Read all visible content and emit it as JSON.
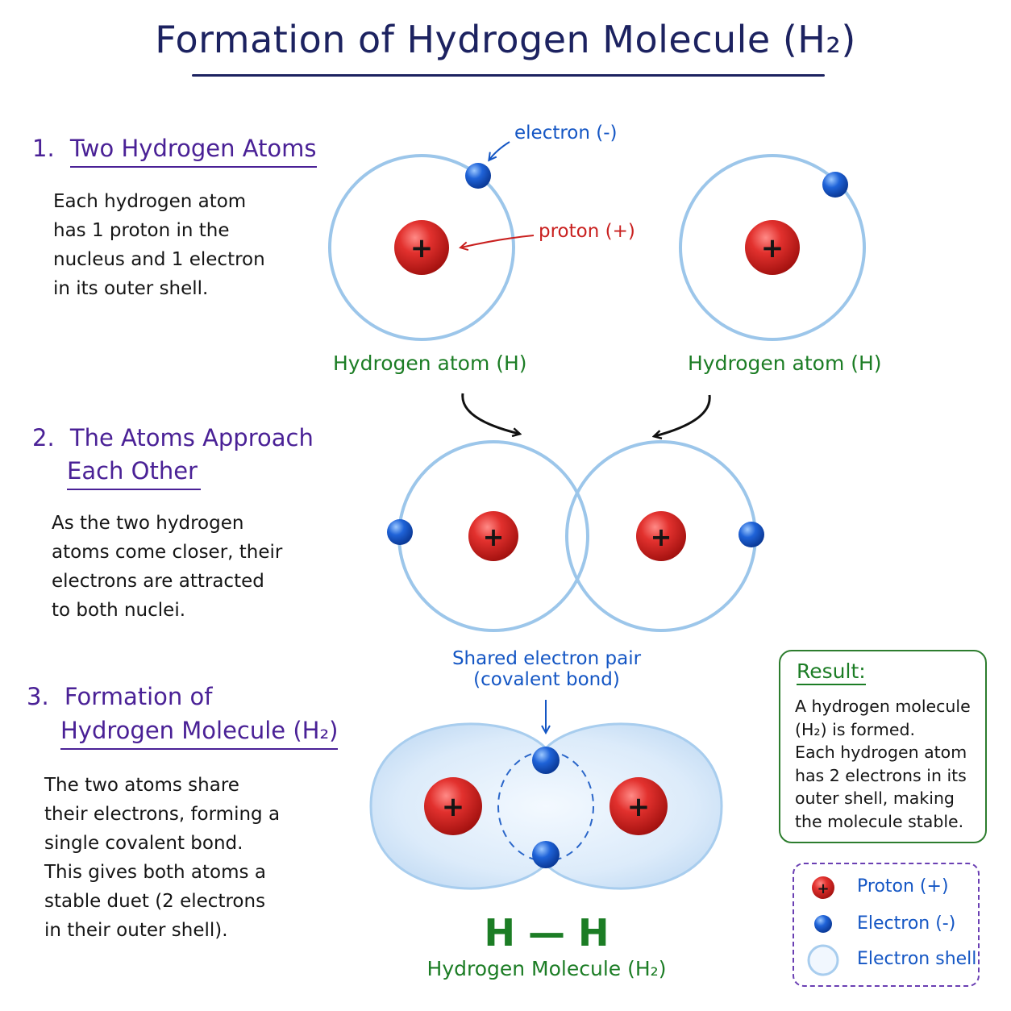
{
  "title": "Formation of Hydrogen Molecule (H₂)",
  "steps": [
    {
      "number": "1.",
      "heading_lines": [
        "Two Hydrogen Atoms"
      ],
      "body_lines": [
        "Each hydrogen atom",
        "has 1 proton in the",
        "nucleus and 1 electron",
        "in its outer shell."
      ]
    },
    {
      "number": "2.",
      "heading_lines": [
        "The Atoms Approach",
        "Each Other"
      ],
      "body_lines": [
        "As the two hydrogen",
        "atoms come closer, their",
        "electrons are attracted",
        "to both nuclei."
      ]
    },
    {
      "number": "3.",
      "heading_lines": [
        "Formation of",
        "Hydrogen Molecule (H₂)"
      ],
      "body_lines": [
        "The two atoms share",
        "their electrons, forming a",
        "single covalent bond.",
        "This gives both atoms a",
        "stable duet (2 electrons",
        "in their outer shell)."
      ]
    }
  ],
  "diagram": {
    "electron_label": "electron (-)",
    "proton_label": "proton (+)",
    "atom_label_left": "Hydrogen atom (H)",
    "atom_label_right": "Hydrogen atom (H)",
    "shared_label_line1": "Shared electron pair",
    "shared_label_line2": "(covalent bond)",
    "formula": "H — H",
    "molecule_label": "Hydrogen Molecule (H₂)",
    "proton_symbol": "+"
  },
  "result": {
    "title": "Result:",
    "lines": [
      "A hydrogen molecule",
      "(H₂) is formed.",
      "Each hydrogen atom",
      "has 2 electrons in its",
      "outer shell, making",
      "the molecule stable."
    ]
  },
  "legend": {
    "items": [
      {
        "icon": "proton-icon",
        "label": "Proton (+)"
      },
      {
        "icon": "electron-icon",
        "label": "Electron (-)"
      },
      {
        "icon": "electron-shell-icon",
        "label": "Electron shell"
      }
    ]
  },
  "colors": {
    "title": "#1c2260",
    "heading": "#4a2196",
    "green": "#1c7d25",
    "blue": "#1456c4",
    "red": "#c9201f",
    "shell": "#9cc6ea"
  }
}
